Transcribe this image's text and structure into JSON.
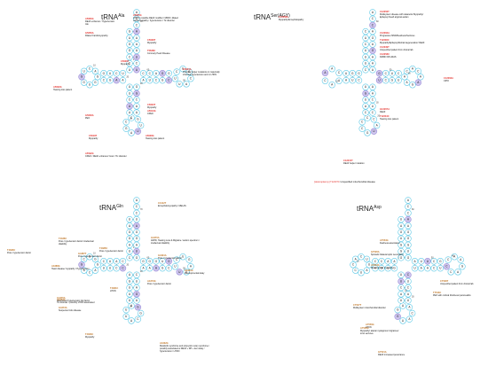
{
  "panels": {
    "ala": {
      "title_main": "tRNA",
      "title_sup": "Ala",
      "nucleotides": [
        "A",
        "C",
        "C",
        "A",
        "A",
        "A",
        "A",
        "U",
        "C",
        "A",
        "C",
        "C",
        "A",
        "G",
        "G",
        "U",
        "G",
        "C",
        "A",
        "U",
        "U",
        "C",
        "C",
        "G",
        "C",
        "U",
        "A",
        "G",
        "G",
        "C",
        "A",
        "A",
        "U",
        "U",
        "A",
        "G",
        "C",
        "C",
        "G",
        "A",
        "A",
        "C",
        "U",
        "U",
        "A",
        "A",
        "G",
        "C",
        "U",
        "G",
        "G",
        "U",
        "C",
        "A",
        "G",
        "G",
        "G",
        "U",
        "C",
        "U",
        "U",
        "C",
        "C",
        "G",
        "G",
        "U",
        "G",
        "C"
      ],
      "numbers": [
        "70",
        "60",
        "50",
        "40",
        "30",
        "20",
        "10",
        "1"
      ],
      "mutations": [
        {
          "code": "A5660G",
          "note": "DEAF enhancer / Hypertension risk"
        },
        {
          "code": "A5655G",
          "note": "LHON / possible DEAF modifier / MIDD / dilated cardiomyopathy / hypertension / Tic disorder"
        },
        {
          "code": "G5650A",
          "note": "Dilated Cardiomyopathy"
        },
        {
          "code": "C5638T",
          "note": "Myopathy"
        },
        {
          "code": "T5628C",
          "note": "Coronary Heart Disease"
        },
        {
          "code": "C5628T",
          "note": "Myopathy"
        },
        {
          "code": "G5601A",
          "note": "Possible helper mutations in maternally inherited hypertension and in LHON"
        },
        {
          "code": "A5632G",
          "note": "Hearing loss patient"
        },
        {
          "code": "C5603T",
          "note": "Myopathy"
        },
        {
          "code": "A5613G",
          "note": "CPEO"
        },
        {
          "code": "G5636A",
          "note": "PEO"
        },
        {
          "code": "C5618T",
          "note": "Myopathy"
        },
        {
          "code": "A5628G",
          "note": "Hearing loss patient"
        },
        {
          "code": "A5592G",
          "note": "CPEO / DEAF enhancer/ Gout / Tic disorder"
        }
      ]
    },
    "ser": {
      "title_main": "tRNA",
      "title_sup": "Ser(AGY)",
      "nucleotides": [
        "A",
        "C",
        "C",
        "A",
        "G",
        "A",
        "G",
        "A",
        "A",
        "A",
        "G",
        "C",
        "U",
        "C",
        "A",
        "C",
        "A",
        "A",
        "G",
        "A",
        "A",
        "C",
        "U",
        "G",
        "C",
        "U",
        "A",
        "A",
        "C",
        "U",
        "C",
        "A",
        "U",
        "G",
        "C",
        "C",
        "C",
        "C",
        "C",
        "A",
        "U",
        "G",
        "U",
        "C",
        "U",
        "A",
        "A",
        "C",
        "A",
        "A",
        "C",
        "A",
        "U",
        "G",
        "G",
        "C",
        "U",
        "U",
        "U",
        "C",
        "U",
        "C"
      ],
      "numbers": [
        "60",
        "50",
        "40",
        "30",
        "20",
        "10",
        "1"
      ],
      "mutations": [
        {
          "code": "C12258A",
          "note": "Myopathy/Encephalopathy"
        },
        {
          "code": "C12256T",
          "note": "Multisystem disease with cataracts/ Myopathy/ Epilepsy/ Deaf/ atypical autism"
        },
        {
          "code": "C12262A",
          "note": "Progressive MND/Deafness/Seizures"
        },
        {
          "code": "T12236C",
          "note": "Myopathy/Epilepsy/Retinal degeneration/ DEAF"
        },
        {
          "code": "C12239T",
          "note": "Unspecified patient from clinical lab"
        },
        {
          "code": "C12258C",
          "note": "DMDF/ RP+DIAS"
        },
        {
          "code": "C12263A",
          "note": "CIPO"
        },
        {
          "code": "G12207A",
          "note": "DEAF"
        },
        {
          "code": "T12234C",
          "note": "Hearing loss patient"
        },
        {
          "code": "C12215T",
          "note": "DEAF helper mutation"
        }
      ],
      "footer_code": "[Heteroplasmy] T12207C",
      "footer_note": "Unspecified mitochondrial disease"
    },
    "gln": {
      "title_main": "tRNA",
      "title_sup": "Gln",
      "nucleotides": [
        "A",
        "C",
        "C",
        "U",
        "A",
        "G",
        "G",
        "A",
        "U",
        "G",
        "G",
        "G",
        "G",
        "U",
        "G",
        "U",
        "G",
        "A",
        "U",
        "U",
        "U",
        "C",
        "C",
        "G",
        "A",
        "A",
        "A",
        "C",
        "U",
        "A",
        "G",
        "A",
        "G",
        "C",
        "A",
        "U",
        "U",
        "A",
        "G",
        "U",
        "U",
        "U",
        "G",
        "A",
        "C",
        "C",
        "U",
        "U",
        "C",
        "A",
        "G",
        "C",
        "U",
        "G",
        "G",
        "A",
        "C",
        "U"
      ],
      "numbers": [
        "70",
        "60",
        "50",
        "40",
        "30",
        "20",
        "10",
        "1"
      ],
      "mutations": [
        {
          "code": "C4412T",
          "note": "Encephalomyopathy / MELAS"
        },
        {
          "code": "T4336C",
          "note": "Poss. hypertension factor/ intellectual disability"
        },
        {
          "code": "T4385C",
          "note": "Poss. hypertension factor"
        },
        {
          "code": "G4370A",
          "note": "ADPD, Hearing Loss & Migraine / autism spectrum / intellectual disability"
        },
        {
          "code": "G4387T",
          "note": "Poss. hypertension factor"
        },
        {
          "code": "T4395C",
          "note": "Poss. hypertension factor"
        },
        {
          "code": "G4391A",
          "note": "Poss. hypertension factor"
        },
        {
          "code": "A4388G",
          "note": "Heart disease/ myopathy / Hypertension"
        },
        {
          "code": "A4381G",
          "note": "Developmental delay"
        },
        {
          "code": "A4373G",
          "note": "Poss. hypertension factor"
        },
        {
          "code": "T4381C",
          "note": "LHON"
        },
        {
          "code": "G4375A",
          "note": "Manifested hypertension risk factor"
        },
        {
          "code": "A4375G",
          "note": "Tic disorder / possibly LHON associated"
        },
        {
          "code": "G4373A",
          "note": "Suspected mito disease"
        },
        {
          "code": "T4363C",
          "note": "Myopathy"
        },
        {
          "code": "A4332G",
          "note": "Metabolic syndrome and polycystic ovary syndrome / possibly associated w DEAF + RP + dev delay / hypertension / LHON"
        }
      ]
    },
    "asp": {
      "title_main": "tRNA",
      "title_sup": "Asp",
      "nucleotides": [
        "A",
        "C",
        "C",
        "A",
        "A",
        "G",
        "G",
        "G",
        "U",
        "G",
        "A",
        "U",
        "U",
        "C",
        "G",
        "A",
        "A",
        "G",
        "A",
        "C",
        "C",
        "C",
        "U",
        "C",
        "A",
        "A",
        "U",
        "C",
        "U",
        "C",
        "A",
        "U",
        "C",
        "A",
        "U",
        "G",
        "G",
        "A",
        "A",
        "U",
        "A",
        "C",
        "U",
        "U",
        "G",
        "U",
        "U",
        "A",
        "U",
        "C",
        "C",
        "A",
        "C",
        "U",
        "U"
      ],
      "numbers": [
        "60",
        "50",
        "40",
        "30",
        "20",
        "10",
        "1"
      ],
      "mutations": [
        {
          "code": "A7553G",
          "note": "Deafness-associated"
        },
        {
          "code": "G7526A",
          "note": "Sporadic bilateral optic neuropathy"
        },
        {
          "code": "A7543G",
          "note": "Mitochondrial myopathy"
        },
        {
          "code": "C7538T",
          "note": "Unspecified patient from clinical lab"
        },
        {
          "code": "T7543C",
          "note": "PEO with cortical blindness/ pancreatitis"
        },
        {
          "code": "C7527T",
          "note": "Multisystem mitochondrial disorder"
        },
        {
          "code": "A7556G",
          "note": "LHON"
        },
        {
          "code": "A7526G",
          "note": "Myopathy/ ataxia/ nystagmus/ migraines/ tonic seizures"
        },
        {
          "code": "G7521A",
          "note": "DEAF increased penetrance"
        }
      ]
    }
  }
}
